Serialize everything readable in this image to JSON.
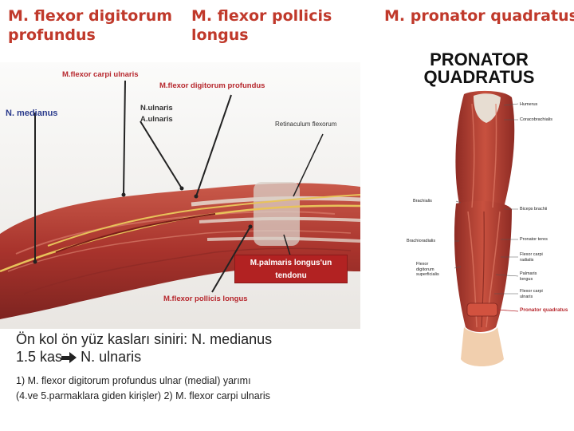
{
  "titles": {
    "left": "M. flexor digitorum\nprofundus",
    "middle": "M. flexor pollicis\nlongus",
    "right": "M. pronator quadratus"
  },
  "left_figure": {
    "labels": {
      "fcu": "M.flexor carpi ulnaris",
      "fdp": "M.flexor digitorum profundus",
      "n_medianus": "N. medianus",
      "n_ulnaris": "N.ulnaris",
      "a_ulnaris": "A.ulnaris",
      "retinaculum": "Retinaculum flexorum",
      "palmaris_line1": "M.palmaris longus'un",
      "palmaris_line2": "tendonu",
      "fpl": "M.flexor pollicis longus"
    }
  },
  "right_figure": {
    "title_line1": "PRONATOR",
    "title_line2": "QUADRATUS",
    "labels": {
      "humerus": "Humerus",
      "coracobrachialis": "Coracobrachialis",
      "brachialis": "Brachialis",
      "biceps": "Biceps brachii",
      "brachioradialis": "Brachioradialis",
      "pronator_teres": "Pronator teres",
      "fcr_1": "Flexor carpi",
      "fcr_2": "radialis",
      "fds_1": "Flexor",
      "fds_2": "digitorum",
      "fds_3": "superficialis",
      "pl_1": "Palmaris",
      "pl_2": "longus",
      "fcu_1": "Flexor carpi",
      "fcu_2": "ulnaris",
      "pq": "Pronator quadratus"
    }
  },
  "text": {
    "main_line1": "Ön kol ön yüz kasları siniri: N. medianus",
    "main_line2_a": "1.5 kas",
    "main_line2_b": "N. ulnaris",
    "note_line1": "1) M. flexor digitorum profundus ulnar (medial) yarımı",
    "note_line2": "(4.ve 5.parmaklara giden kirişler) 2) M. flexor carpi ulnaris"
  },
  "colors": {
    "title_red": "#c0392b",
    "label_red": "#b7282e",
    "label_blue": "#2a3a8c",
    "muscle": "#b8403a",
    "tendon_box": "#b22222"
  },
  "icons": {
    "arrow": "arrow-right-icon"
  }
}
